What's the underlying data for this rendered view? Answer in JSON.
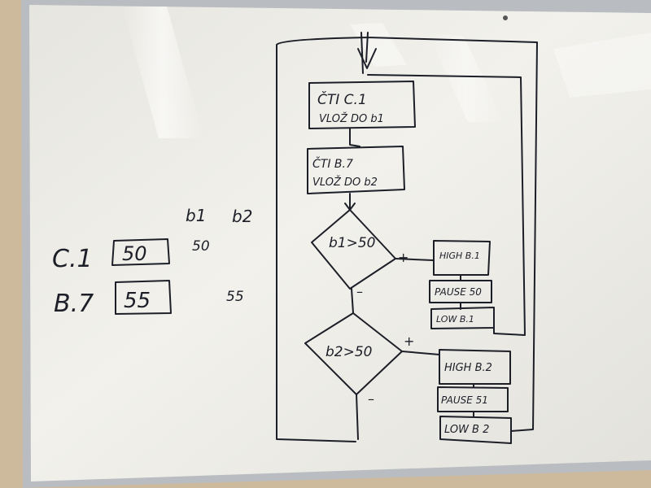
{
  "variables": {
    "header_b1": "b1",
    "header_b2": "b2",
    "rows": [
      {
        "name": "C.1",
        "box_value": "50",
        "b1_value": "50"
      },
      {
        "name": "B.7",
        "box_value": "55",
        "b2_value": "55"
      }
    ]
  },
  "flowchart": {
    "read1_line1": "ČTI C.1",
    "read1_line2": "VLOŽ DO b1",
    "read2_line1": "ČTI B.7",
    "read2_line2": "VLOŽ DO b2",
    "decision1": "b1>50",
    "decision1_plus": "+",
    "decision1_minus": "–",
    "branch1": [
      "HIGH B.1",
      "PAUSE 50",
      "LOW B.1"
    ],
    "decision2": "b2>50",
    "decision2_plus": "+",
    "decision2_minus": "–",
    "branch2": [
      "HIGH B.2",
      "PAUSE 51",
      "LOW B 2"
    ]
  },
  "colors": {
    "wall": "#c9b79a",
    "frame": "#b9bcc0",
    "board": "#ecebe6",
    "ink": "#1d1f28"
  }
}
